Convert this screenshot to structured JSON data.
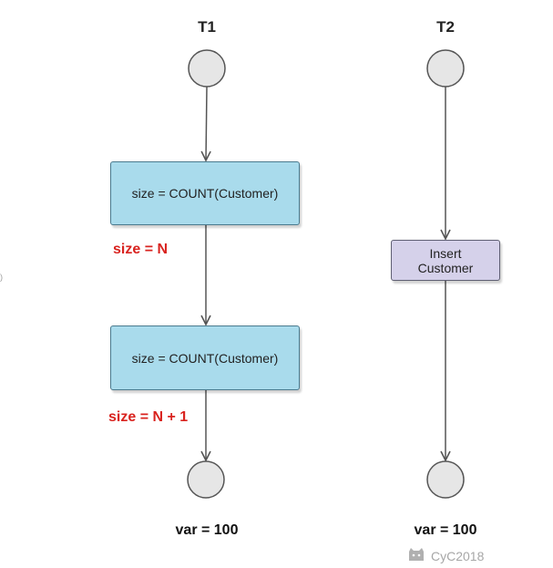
{
  "columns": {
    "t1": {
      "title": "T1"
    },
    "t2": {
      "title": "T2"
    }
  },
  "t1": {
    "step1": "size = COUNT(Customer)",
    "note1": "size = N",
    "step2": "size = COUNT(Customer)",
    "note2": "size = N + 1",
    "result": "var = 100"
  },
  "t2": {
    "step1_line1": "Insert",
    "step1_line2": "Customer",
    "result": "var = 100"
  },
  "watermark": {
    "text": "CyC2018",
    "icon": "github-cat-icon"
  },
  "colors": {
    "t1_box_fill": "#a9dbec",
    "t2_box_fill": "#d5d1ea",
    "node_fill": "#e6e6e6",
    "note_red": "#d9231f",
    "line": "#555555"
  }
}
